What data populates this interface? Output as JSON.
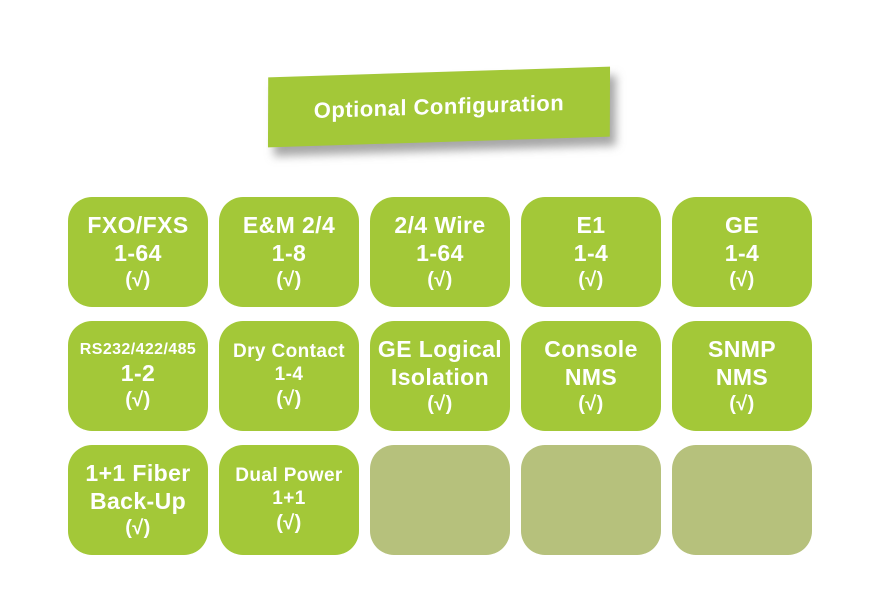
{
  "banner": {
    "title": "Optional Configuration"
  },
  "colors": {
    "card": "#a3c838",
    "card_muted": "#b6c17c",
    "text": "#ffffff"
  },
  "cards": [
    {
      "lines": [
        "FXO/FXS",
        "1-64",
        "(√)"
      ]
    },
    {
      "lines": [
        "E&M 2/4",
        "1-8",
        "(√)"
      ]
    },
    {
      "lines": [
        "2/4 Wire",
        "1-64",
        "(√)"
      ]
    },
    {
      "lines": [
        "E1",
        "1-4",
        "(√)"
      ]
    },
    {
      "lines": [
        "GE",
        "1-4",
        "(√)"
      ]
    },
    {
      "lines": [
        "RS232/422/485",
        "1-2",
        "(√)"
      ]
    },
    {
      "lines": [
        "Dry Contact",
        "1-4",
        "(√)"
      ]
    },
    {
      "lines": [
        "GE Logical",
        "Isolation",
        "(√)"
      ]
    },
    {
      "lines": [
        "Console",
        "NMS",
        "(√)"
      ]
    },
    {
      "lines": [
        "SNMP",
        "NMS",
        "(√)"
      ]
    },
    {
      "lines": [
        "1+1 Fiber",
        "Back-Up",
        "(√)"
      ]
    },
    {
      "lines": [
        "Dual Power",
        "1+1",
        "(√)"
      ]
    },
    {
      "lines": [],
      "empty": true
    },
    {
      "lines": [],
      "empty": true
    },
    {
      "lines": [],
      "empty": true
    }
  ]
}
